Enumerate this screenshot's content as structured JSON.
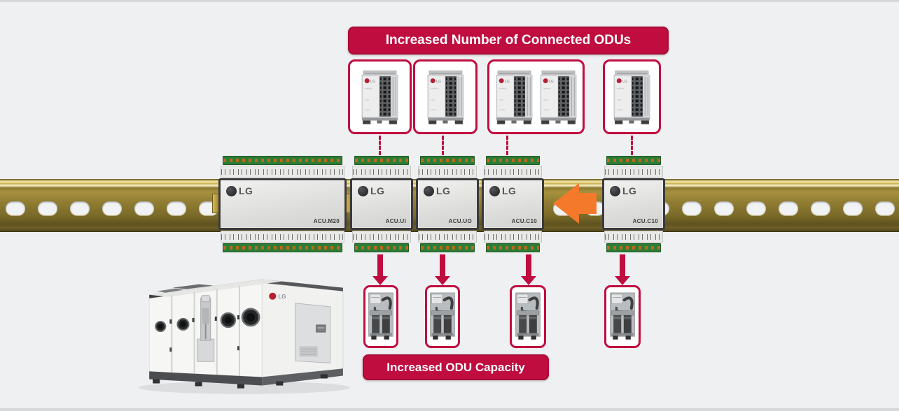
{
  "title": "LG AHU communication kit — DIN rail diagram",
  "colors": {
    "crimson": "#c00d3f",
    "crimson_dark": "#a80b36",
    "orange": "#f5792b",
    "rail_gold": "#8f7c31",
    "background": "#eff0f2"
  },
  "top_banner": {
    "label": "Increased Number of Connected ODUs"
  },
  "bottom_banner": {
    "label": "Increased ODU Capacity"
  },
  "odu_cards": [
    {
      "name": "odu-card-1",
      "units": 1
    },
    {
      "name": "odu-card-2",
      "units": 1
    },
    {
      "name": "odu-card-3",
      "units": 2
    },
    {
      "name": "odu-card-4",
      "units": 1
    }
  ],
  "modules": [
    {
      "brand": "LG",
      "label": "ACU.M20"
    },
    {
      "brand": "LG",
      "label": "ACU.UI"
    },
    {
      "brand": "LG",
      "label": "ACU.UO"
    },
    {
      "brand": "LG",
      "label": "ACU.C10"
    },
    {
      "brand": "LG",
      "label": "ACU.C10"
    }
  ],
  "valve_cards": [
    {
      "name": "valve-card-1"
    },
    {
      "name": "valve-card-2"
    },
    {
      "name": "valve-card-3"
    },
    {
      "name": "valve-card-4"
    }
  ],
  "ahu": {
    "brand": "LG"
  }
}
